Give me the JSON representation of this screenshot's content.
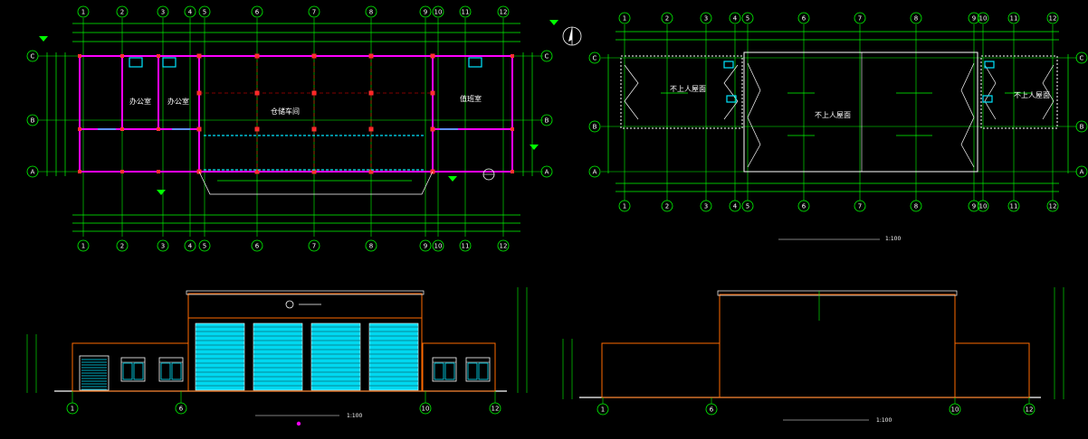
{
  "grid_labels": {
    "plan_top": [
      "1",
      "2",
      "3",
      "4",
      "5",
      "6",
      "7",
      "8",
      "9",
      "10",
      "11",
      "12"
    ],
    "plan_rows": [
      "C",
      "B",
      "A"
    ],
    "roof_top": [
      "1",
      "2",
      "3",
      "4",
      "5",
      "6",
      "7",
      "8",
      "9",
      "10",
      "11",
      "12"
    ],
    "roof_rows": [
      "C",
      "B",
      "A"
    ],
    "elev_front_axes": [
      "1",
      "6",
      "10",
      "12"
    ],
    "elev_rear_axes": [
      "1",
      "6",
      "10",
      "12"
    ]
  },
  "rooms": {
    "office_1": "办公室",
    "office_2": "办公室",
    "storage_hall": "仓储车间",
    "duty_room": "值班室"
  },
  "roof": {
    "left_label": "不上人屋面",
    "center_label": "不上人屋面",
    "right_label": "不上人屋面"
  },
  "drawings": {
    "roof_scale": "1:100",
    "front_elev_scale": "1:100",
    "rear_elev_scale": "1:100"
  },
  "colors": {
    "background": "#000000",
    "dimension": "#00ff00",
    "wall": "#ff00ff",
    "column": "#ff0000",
    "door": "#00e5ff",
    "elevation_wall": "#ff6a00",
    "annotation": "#ffffff",
    "accent": "#ffff00"
  }
}
